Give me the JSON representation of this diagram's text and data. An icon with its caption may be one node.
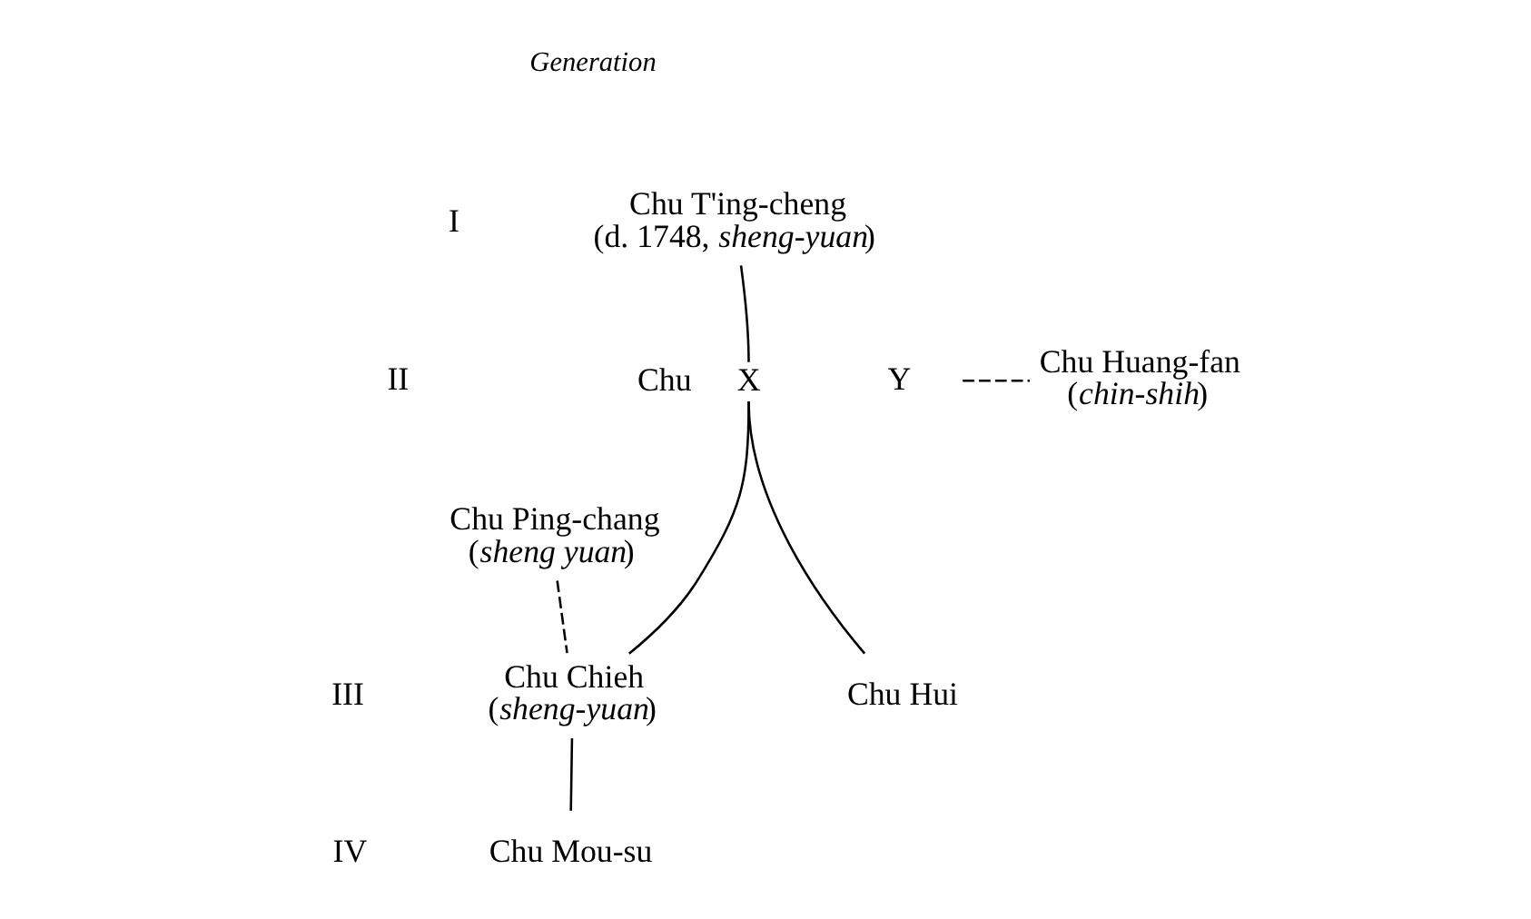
{
  "diagram": {
    "nodes": [
      {
        "text": [
          "Chu T'ing-cheng",
          "(d. 1748, *sheng-yuan*)"
        ]
      },
      {
        "text": [
          "X"
        ],
        "beside": [
          "Chu"
        ]
      },
      {
        "text": [
          "Y"
        ]
      },
      {
        "text": [
          "Chu Huang-fan",
          "(*chin-shih*)"
        ]
      },
      {
        "text": [
          "Chu Ping-chang",
          "(*sheng yuan*)"
        ]
      },
      {
        "text": [
          "Chu Chieh",
          "(*sheng-yuan*)"
        ]
      },
      {
        "text": [
          "Chu Hui"
        ]
      },
      {
        "text": [
          "Chu Mou-su"
        ]
      }
    ],
    "edges": [
      {
        "from": 0,
        "to": 1,
        "arrow": "none"
      },
      {
        "from": 2,
        "to": 3,
        "arrow": "none",
        "style": "dashed"
      },
      {
        "from": 1,
        "to": 5,
        "arrow": "none"
      },
      {
        "from": 1,
        "to": 6,
        "arrow": "none"
      },
      {
        "from": 4,
        "to": 5,
        "arrow": "none",
        "style": "dashed"
      },
      {
        "from": 5,
        "to": 7,
        "arrow": "none"
      }
    ],
    "labels": [
      "Generation",
      "I",
      "II",
      "III",
      "IV"
    ]
  }
}
